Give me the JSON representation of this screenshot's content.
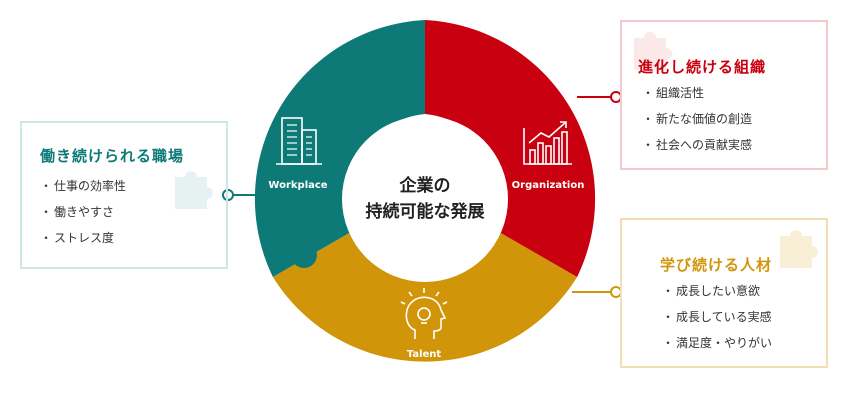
{
  "center": {
    "line1": "企業の",
    "line2": "持続可能な発展"
  },
  "segments": [
    {
      "id": "workplace",
      "label": "Workplace",
      "color": "#0e7a78",
      "icon": "office-building-icon"
    },
    {
      "id": "organization",
      "label": "Organization",
      "color": "#c8000f",
      "icon": "bar-chart-growth-icon"
    },
    {
      "id": "talent",
      "label": "Talent",
      "color": "#d1950a",
      "icon": "lightbulb-head-icon"
    }
  ],
  "boxes": {
    "workplace": {
      "title": "働き続けられる職場",
      "items": [
        "仕事の効率性",
        "働きやすさ",
        "ストレス度"
      ],
      "title_color": "#0e7a78",
      "border_color": "#cde6e6"
    },
    "organization": {
      "title": "進化し続ける組織",
      "items": [
        "組織活性",
        "新たな価値の創造",
        "社会への貢献実感"
      ],
      "title_color": "#c8000f",
      "border_color": "#f3c9cb"
    },
    "talent": {
      "title": "学び続ける人材",
      "items": [
        "成長したい意欲",
        "成長している実感",
        "満足度・やりがい"
      ],
      "title_color": "#d1950a",
      "border_color": "#f1dfb3"
    }
  }
}
